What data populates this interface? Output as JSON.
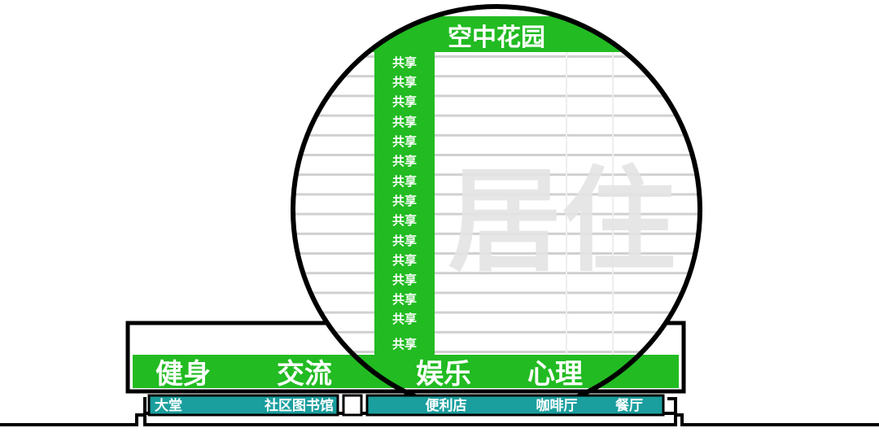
{
  "colors": {
    "green": "#22bb22",
    "light_green": "#c8eac8",
    "teal": "#1a9e9e",
    "outline": "#000000",
    "floor_line": "#d0d0d0",
    "big_text": "#e4e4e4"
  },
  "diagram": {
    "sky_garden": "空中花园",
    "residential": "居住",
    "shared_labels": [
      "共享",
      "共享",
      "共享",
      "共享",
      "共享",
      "共享",
      "共享",
      "共享",
      "共享",
      "共享",
      "共享",
      "共享",
      "共享",
      "共享",
      "共享"
    ],
    "podium_labels": [
      "健身",
      "交流",
      "娱乐",
      "心理"
    ],
    "ground_left": [
      "大堂",
      "社区图书馆"
    ],
    "ground_right": [
      "便利店",
      "咖啡厅",
      "餐厅"
    ]
  }
}
